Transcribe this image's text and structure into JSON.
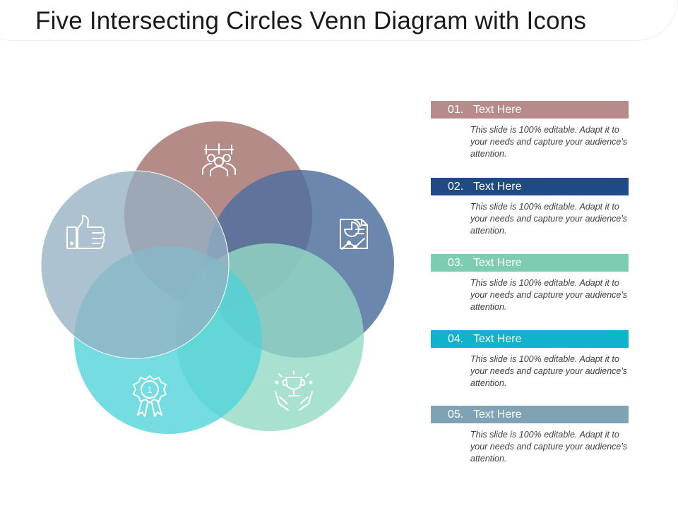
{
  "title": "Five Intersecting Circles Venn Diagram with Icons",
  "circles": [
    {
      "icon": "team-icon",
      "color": "#b08481"
    },
    {
      "icon": "report-chart-icon",
      "color": "#4e6f9e"
    },
    {
      "icon": "trophy-hands-icon",
      "color": "#93d9c6"
    },
    {
      "icon": "award-ribbon-icon",
      "color": "#4ed4d8"
    },
    {
      "icon": "thumbs-up-icon",
      "color": "#95b1c3"
    }
  ],
  "items": [
    {
      "number": "01.",
      "label": "Text Here",
      "color": "#b68b89",
      "description": "This slide is 100% editable. Adapt it to your needs and capture your audience's attention."
    },
    {
      "number": "02.",
      "label": "Text Here",
      "color": "#1f4a86",
      "description": "This slide is 100% editable. Adapt it to your needs and capture your audience's attention."
    },
    {
      "number": "03.",
      "label": "Text Here",
      "color": "#7ecdb3",
      "description": "This slide is 100% editable. Adapt it to your needs and capture your audience's attention."
    },
    {
      "number": "04.",
      "label": "Text Here",
      "color": "#10b3cb",
      "description": "This slide is 100% editable. Adapt it to your needs and capture your audience's attention."
    },
    {
      "number": "05.",
      "label": "Text Here",
      "color": "#7fa3b5",
      "description": "This slide is 100% editable. Adapt it to your needs and capture your audience's attention."
    }
  ],
  "award_icon_number": "1"
}
